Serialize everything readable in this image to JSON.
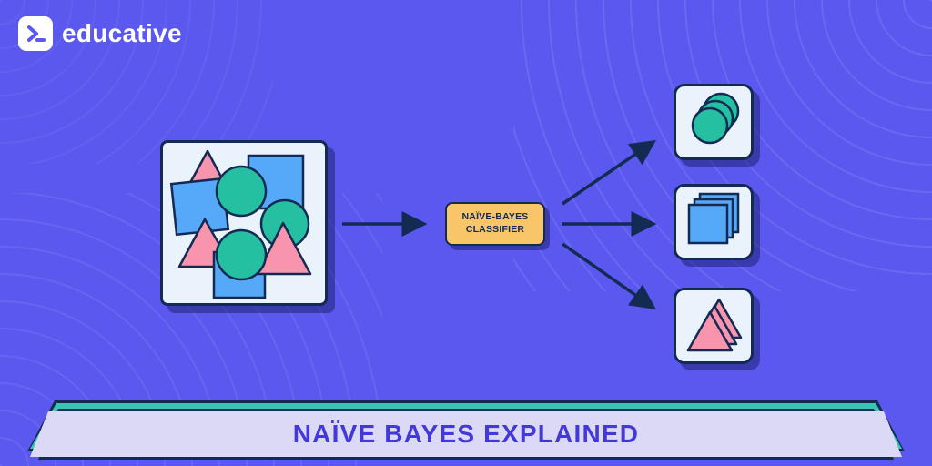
{
  "brand": {
    "name": "educative",
    "logo_icon": "terminal-prompt-icon"
  },
  "classifier": {
    "line1": "NAÏVE-BAYES",
    "line2": "CLASSIFIER"
  },
  "banner": {
    "title": "NAÏVE BAYES EXPLAINED"
  },
  "icons": {
    "input_shapes": [
      "pink-triangle",
      "green-circle",
      "blue-square"
    ],
    "output_top": "green-circles-stack",
    "output_middle": "blue-squares-stack",
    "output_bottom": "pink-triangles-stack"
  },
  "colors": {
    "background": "#5b58f0",
    "outline": "#132a52",
    "card_bg": "#eaf3fc",
    "green": "#25c0a2",
    "blue": "#56a8f8",
    "pink": "#f894ae",
    "classifier_bg": "#f9c569",
    "banner_bg": "#dcd9f6",
    "banner_text": "#4338d8",
    "teal_accent": "#38c6b4"
  }
}
